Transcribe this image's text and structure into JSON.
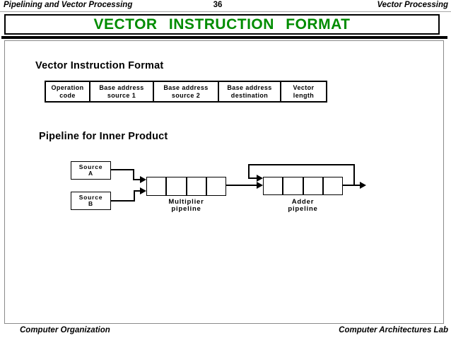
{
  "header": {
    "left": "Pipelining and Vector Processing",
    "page": "36",
    "right": "Vector Processing"
  },
  "title": {
    "text": "VECTOR INSTRUCTION FORMAT"
  },
  "colors": {
    "title_green": "#008C00",
    "ink": "#000000"
  },
  "section_format": {
    "heading": "Vector Instruction Format",
    "fields": [
      {
        "line1": "Operation",
        "line2": "code"
      },
      {
        "line1": "Base address",
        "line2": "source 1"
      },
      {
        "line1": "Base address",
        "line2": "source 2"
      },
      {
        "line1": "Base address",
        "line2": "destination"
      },
      {
        "line1": "Vector",
        "line2": "length"
      }
    ]
  },
  "section_pipeline": {
    "heading": "Pipeline for Inner Product",
    "source_a": {
      "line1": "Source",
      "line2": "A"
    },
    "source_b": {
      "line1": "Source",
      "line2": "B"
    },
    "multiplier": {
      "label_line1": "Multiplier",
      "label_line2": "pipeline",
      "stages": 4
    },
    "adder": {
      "label_line1": "Adder",
      "label_line2": "pipeline",
      "stages": 4
    }
  },
  "footer": {
    "left": "Computer Organization",
    "right": "Computer Architectures Lab"
  }
}
